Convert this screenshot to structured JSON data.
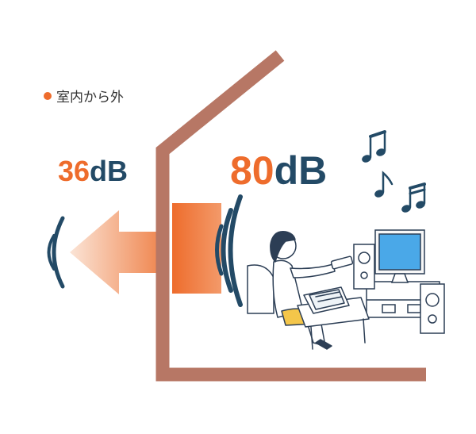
{
  "legend": {
    "text": "室内から外",
    "dot_color": "#ee6c2c"
  },
  "outside_level": {
    "number": "36",
    "unit": "dB"
  },
  "inside_level": {
    "number": "80",
    "unit": "dB"
  },
  "colors": {
    "accent": "#ee6c2c",
    "text_dark": "#234a66",
    "wall": "#b77765"
  }
}
